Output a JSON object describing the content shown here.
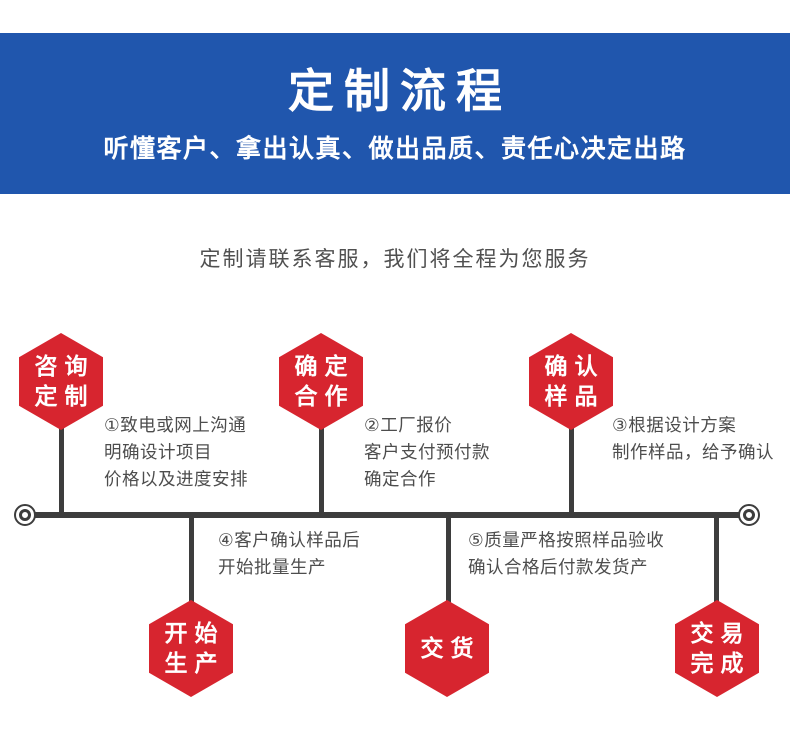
{
  "banner": {
    "title": "定制流程",
    "subtitle": "听懂客户、拿出认真、做出品质、责任心决定出路",
    "bg_color": "#2056ad",
    "text_color": "#ffffff"
  },
  "intro": {
    "text": "定制请联系客服，我们将全程为您服务"
  },
  "flow": {
    "hex_color": "#d7252f",
    "line_color": "#3d3d3d",
    "top_steps": [
      {
        "label_lines": [
          "咨询",
          "定制"
        ],
        "desc_lines": [
          "①致电或网上沟通",
          "明确设计项目",
          "价格以及进度安排"
        ]
      },
      {
        "label_lines": [
          "确定",
          "合作"
        ],
        "desc_lines": [
          "②工厂报价",
          "客户支付预付款",
          "确定合作"
        ]
      },
      {
        "label_lines": [
          "确认",
          "样品"
        ],
        "desc_lines": [
          "③根据设计方案",
          "制作样品，给予确认"
        ]
      }
    ],
    "bottom_steps": [
      {
        "label_lines": [
          "开始",
          "生产"
        ],
        "desc_lines": [
          "④客户确认样品后",
          "开始批量生产"
        ]
      },
      {
        "label_lines": [
          "交货"
        ],
        "desc_lines": [
          "⑤质量严格按照样品验收",
          "确认合格后付款发货产"
        ]
      },
      {
        "label_lines": [
          "交易",
          "完成"
        ],
        "desc_lines": []
      }
    ]
  }
}
